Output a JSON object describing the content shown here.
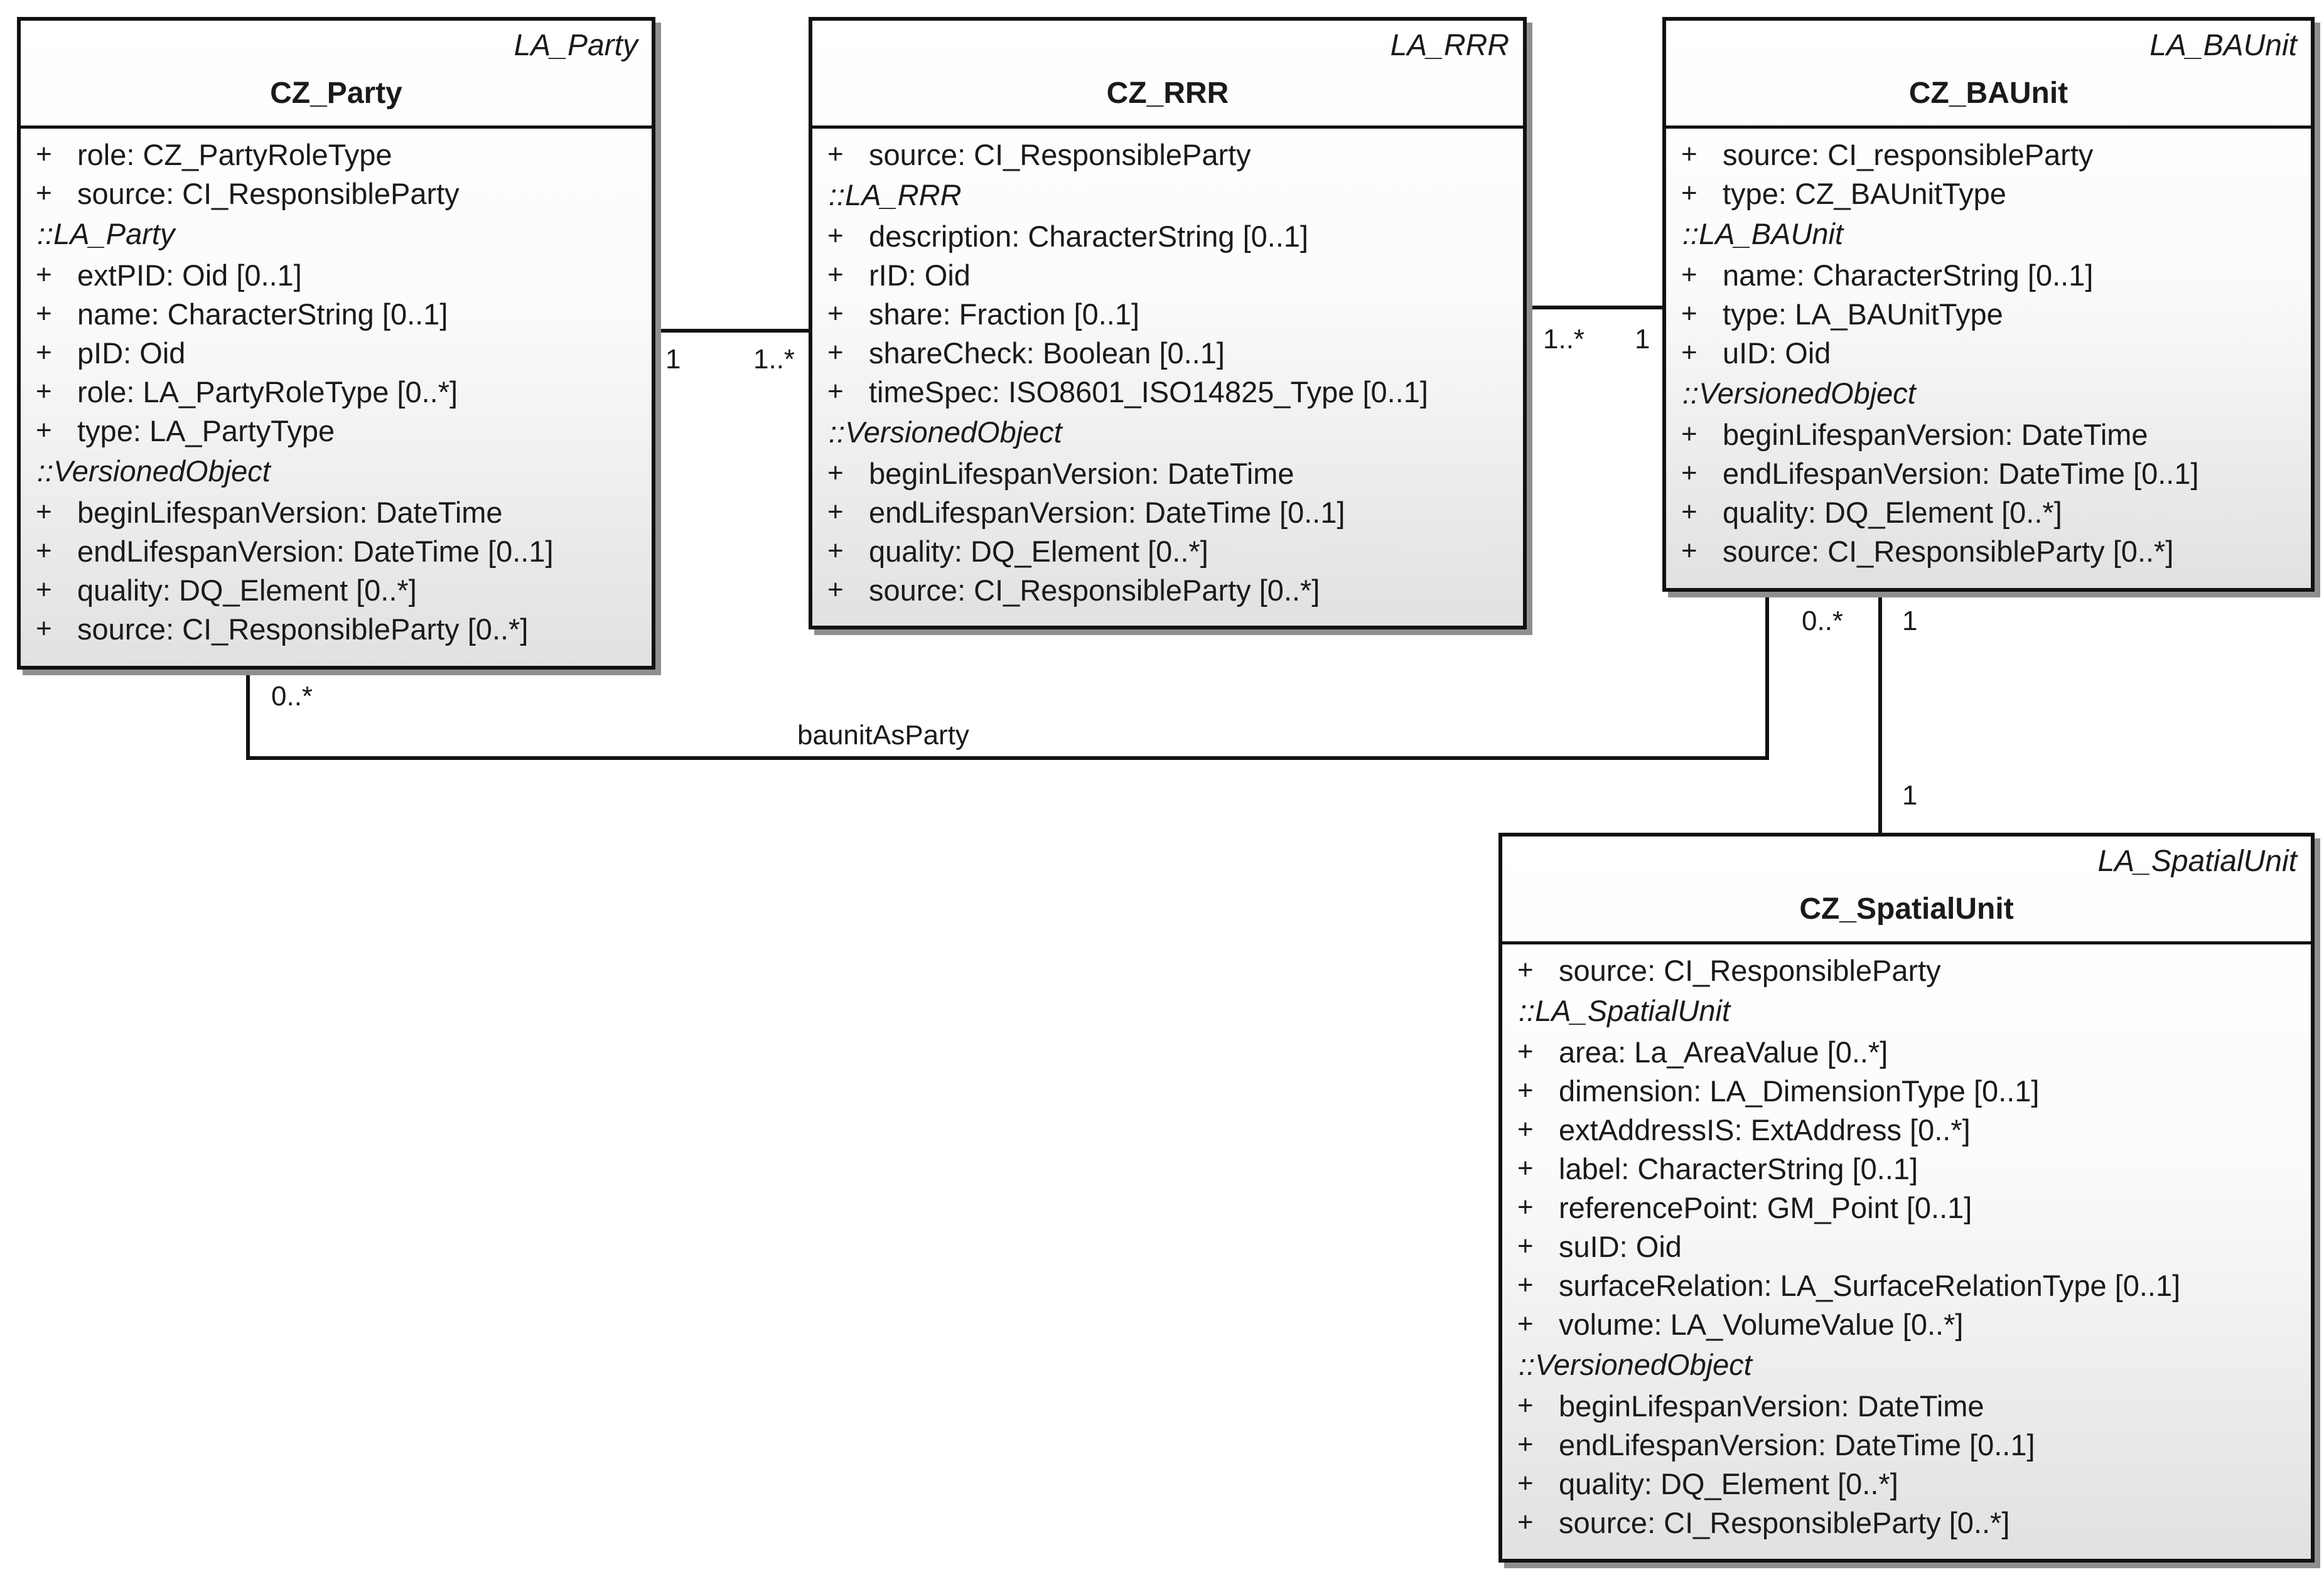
{
  "classes": {
    "party": {
      "stereotype": "LA_Party",
      "name": "CZ_Party",
      "own_attributes": [
        {
          "vis": "+",
          "text": "role: CZ_PartyRoleType"
        },
        {
          "vis": "+",
          "text": "source: CI_ResponsibleParty"
        }
      ],
      "sections": [
        {
          "title": "::LA_Party",
          "attributes": [
            {
              "vis": "+",
              "text": "extPID: Oid [0..1]"
            },
            {
              "vis": "+",
              "text": "name: CharacterString [0..1]"
            },
            {
              "vis": "+",
              "text": "pID: Oid"
            },
            {
              "vis": "+",
              "text": "role: LA_PartyRoleType [0..*]"
            },
            {
              "vis": "+",
              "text": "type: LA_PartyType"
            }
          ]
        },
        {
          "title": "::VersionedObject",
          "attributes": [
            {
              "vis": "+",
              "text": "beginLifespanVersion: DateTime"
            },
            {
              "vis": "+",
              "text": "endLifespanVersion: DateTime [0..1]"
            },
            {
              "vis": "+",
              "text": "quality: DQ_Element [0..*]"
            },
            {
              "vis": "+",
              "text": "source: CI_ResponsibleParty [0..*]"
            }
          ]
        }
      ]
    },
    "rrr": {
      "stereotype": "LA_RRR",
      "name": "CZ_RRR",
      "own_attributes": [
        {
          "vis": "+",
          "text": "source: CI_ResponsibleParty"
        }
      ],
      "sections": [
        {
          "title": "::LA_RRR",
          "attributes": [
            {
              "vis": "+",
              "text": "description: CharacterString [0..1]"
            },
            {
              "vis": "+",
              "text": "rID: Oid"
            },
            {
              "vis": "+",
              "text": "share: Fraction [0..1]"
            },
            {
              "vis": "+",
              "text": "shareCheck: Boolean [0..1]"
            },
            {
              "vis": "+",
              "text": "timeSpec: ISO8601_ISO14825_Type [0..1]"
            }
          ]
        },
        {
          "title": "::VersionedObject",
          "attributes": [
            {
              "vis": "+",
              "text": "beginLifespanVersion: DateTime"
            },
            {
              "vis": "+",
              "text": "endLifespanVersion: DateTime [0..1]"
            },
            {
              "vis": "+",
              "text": "quality: DQ_Element [0..*]"
            },
            {
              "vis": "+",
              "text": "source: CI_ResponsibleParty [0..*]"
            }
          ]
        }
      ]
    },
    "baunit": {
      "stereotype": "LA_BAUnit",
      "name": "CZ_BAUnit",
      "own_attributes": [
        {
          "vis": "+",
          "text": "source: CI_responsibleParty"
        },
        {
          "vis": "+",
          "text": "type: CZ_BAUnitType"
        }
      ],
      "sections": [
        {
          "title": "::LA_BAUnit",
          "attributes": [
            {
              "vis": "+",
              "text": "name: CharacterString [0..1]"
            },
            {
              "vis": "+",
              "text": "type: LA_BAUnitType"
            },
            {
              "vis": "+",
              "text": "uID: Oid"
            }
          ]
        },
        {
          "title": "::VersionedObject",
          "attributes": [
            {
              "vis": "+",
              "text": "beginLifespanVersion: DateTime"
            },
            {
              "vis": "+",
              "text": "endLifespanVersion: DateTime [0..1]"
            },
            {
              "vis": "+",
              "text": "quality: DQ_Element [0..*]"
            },
            {
              "vis": "+",
              "text": "source: CI_ResponsibleParty [0..*]"
            }
          ]
        }
      ]
    },
    "spatial": {
      "stereotype": "LA_SpatialUnit",
      "name": "CZ_SpatialUnit",
      "own_attributes": [
        {
          "vis": "+",
          "text": "source: CI_ResponsibleParty"
        }
      ],
      "sections": [
        {
          "title": "::LA_SpatialUnit",
          "attributes": [
            {
              "vis": "+",
              "text": "area: La_AreaValue [0..*]"
            },
            {
              "vis": "+",
              "text": "dimension: LA_DimensionType [0..1]"
            },
            {
              "vis": "+",
              "text": "extAddressIS: ExtAddress [0..*]"
            },
            {
              "vis": "+",
              "text": "label: CharacterString [0..1]"
            },
            {
              "vis": "+",
              "text": "referencePoint: GM_Point [0..1]"
            },
            {
              "vis": "+",
              "text": "suID: Oid"
            },
            {
              "vis": "+",
              "text": "surfaceRelation: LA_SurfaceRelationType [0..1]"
            },
            {
              "vis": "+",
              "text": "volume: LA_VolumeValue [0..*]"
            }
          ]
        },
        {
          "title": "::VersionedObject",
          "attributes": [
            {
              "vis": "+",
              "text": "beginLifespanVersion: DateTime"
            },
            {
              "vis": "+",
              "text": "endLifespanVersion: DateTime [0..1]"
            },
            {
              "vis": "+",
              "text": "quality: DQ_Element [0..*]"
            },
            {
              "vis": "+",
              "text": "source: CI_ResponsibleParty [0..*]"
            }
          ]
        }
      ]
    }
  },
  "associations": {
    "party_rrr": {
      "party_end": "1",
      "rrr_end": "1..*"
    },
    "rrr_baunit": {
      "rrr_end": "1..*",
      "baunit_end": "1"
    },
    "baunit_party": {
      "name": "baunitAsParty",
      "party_end": "0..*",
      "baunit_end": "0..*"
    },
    "baunit_spatial": {
      "baunit_end": "1",
      "spatial_end": "1"
    }
  }
}
